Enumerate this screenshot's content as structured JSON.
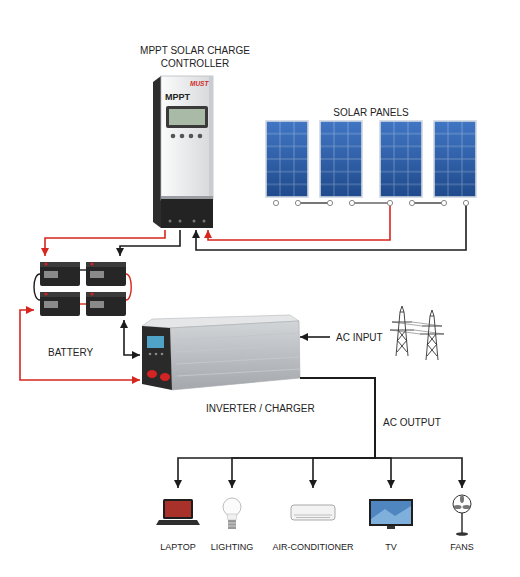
{
  "diagram": {
    "nodes": [
      {
        "text": [
          "MPPT SOLAR CHARGE CONTROLLER",
          "MUST",
          "MPPT"
        ]
      },
      {
        "text": [
          "SOLAR PANELS"
        ]
      },
      {
        "text": [
          "BATTERY"
        ]
      },
      {
        "text": [
          "INVERTER / CHARGER"
        ]
      },
      {
        "text": [
          "AC INPUT"
        ]
      },
      {
        "text": [
          "LAPTOP"
        ]
      },
      {
        "text": [
          "LIGHTING"
        ]
      },
      {
        "text": [
          "AIR-CONDITIONER"
        ]
      },
      {
        "text": [
          "TV"
        ]
      },
      {
        "text": [
          "FANS"
        ]
      }
    ],
    "edges": [
      {
        "from": 1,
        "to": 0,
        "arrow": "to"
      },
      {
        "from": 1,
        "to": 0,
        "arrow": "to"
      },
      {
        "from": 0,
        "to": 2,
        "arrow": "to"
      },
      {
        "from": 0,
        "to": 2,
        "arrow": "to"
      },
      {
        "from": 2,
        "to": 3,
        "arrow": "both"
      },
      {
        "from": 2,
        "to": 3,
        "arrow": "both"
      },
      {
        "from": 4,
        "to": 3,
        "arrow": "to"
      },
      {
        "from": 3,
        "to": 5,
        "arrow": "to"
      },
      {
        "from": 3,
        "to": 6,
        "arrow": "to"
      },
      {
        "from": 3,
        "to": 7,
        "arrow": "to"
      },
      {
        "from": 3,
        "to": 8,
        "arrow": "to"
      },
      {
        "from": 3,
        "to": 9,
        "arrow": "to"
      }
    ],
    "labels": [
      "AC OUTPUT"
    ]
  }
}
